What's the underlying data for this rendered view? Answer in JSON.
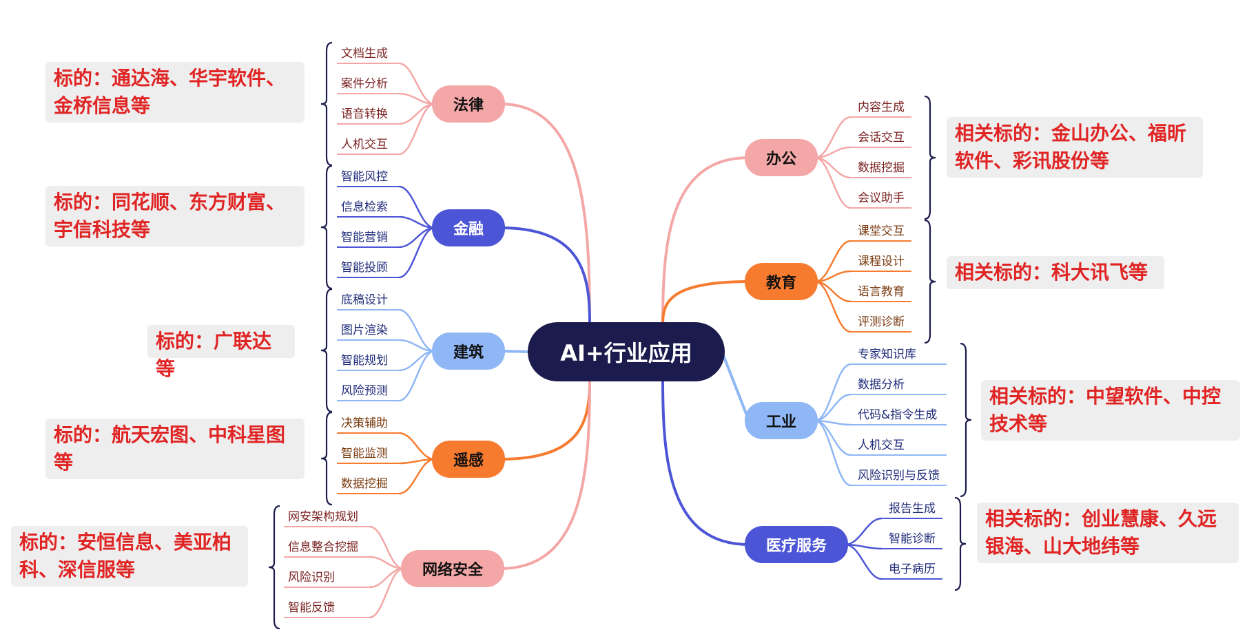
{
  "center": {
    "label": "AI+行业应用",
    "color": "#1b1b4d"
  },
  "branches": [
    {
      "label": "法律",
      "color": "#f4a7a7",
      "text_color": "#111111",
      "leaf_color": "#7a1f1f",
      "items": [
        "文档生成",
        "案件分析",
        "语音转换",
        "人机交互"
      ],
      "note": "标的：通达海、华宇软件、金桥信息等"
    },
    {
      "label": "金融",
      "color": "#4c55d6",
      "text_color": "#ffffff",
      "leaf_color": "#1e2a78",
      "items": [
        "智能风控",
        "信息检索",
        "智能营销",
        "智能投顾"
      ],
      "note": "标的：同花顺、东方财富、宇信科技等"
    },
    {
      "label": "建筑",
      "color": "#8fb7f5",
      "text_color": "#111111",
      "leaf_color": "#1e2a78",
      "items": [
        "底稿设计",
        "图片渲染",
        "智能规划",
        "风险预测"
      ],
      "note": "标的：广联达等"
    },
    {
      "label": "遥感",
      "color": "#f77b2f",
      "text_color": "#111111",
      "leaf_color": "#7a3b10",
      "items": [
        "决策辅助",
        "智能监测",
        "数据挖掘"
      ],
      "note": "标的：航天宏图、中科星图等"
    },
    {
      "label": "网络安全",
      "color": "#f4a7a7",
      "text_color": "#111111",
      "leaf_color": "#7a1f1f",
      "items": [
        "网安架构规划",
        "信息整合挖掘",
        "风险识别",
        "智能反馈"
      ],
      "note": "标的：安恒信息、美亚柏科、深信服等"
    },
    {
      "label": "办公",
      "color": "#f4a7a7",
      "text_color": "#111111",
      "leaf_color": "#7a1f1f",
      "items": [
        "内容生成",
        "会话交互",
        "数据挖掘",
        "会议助手"
      ],
      "note": "相关标的：金山办公、福昕软件、彩讯股份等"
    },
    {
      "label": "教育",
      "color": "#f77b2f",
      "text_color": "#111111",
      "leaf_color": "#7a3b10",
      "items": [
        "课堂交互",
        "课程设计",
        "语言教育",
        "评测诊断"
      ],
      "note": "相关标的：科大讯飞等"
    },
    {
      "label": "工业",
      "color": "#8fb7f5",
      "text_color": "#111111",
      "leaf_color": "#1e2a78",
      "items": [
        "专家知识库",
        "数据分析",
        "代码&指令生成",
        "人机交互",
        "风险识别与反馈"
      ],
      "note": "相关标的：中望软件、中控技术等"
    },
    {
      "label": "医疗服务",
      "color": "#4c55d6",
      "text_color": "#ffffff",
      "leaf_color": "#1e2a78",
      "items": [
        "报告生成",
        "智能诊断",
        "电子病历"
      ],
      "note": "相关标的：创业慧康、久远银海、山大地纬等"
    }
  ]
}
